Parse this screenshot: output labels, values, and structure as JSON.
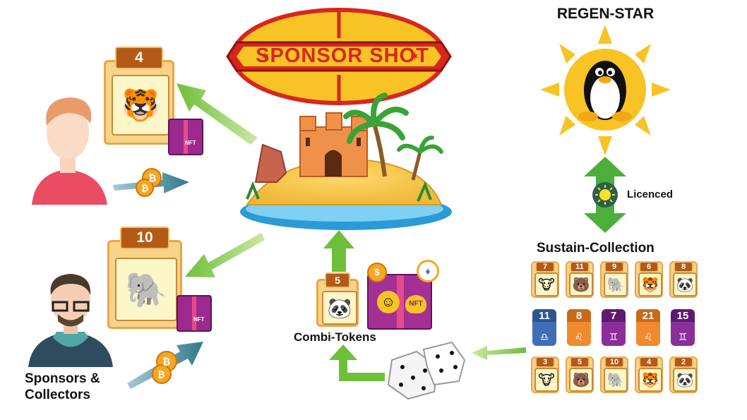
{
  "title": "SPONSOR SHOT",
  "regen_star_label": "REGEN-STAR",
  "licenced_label": "Licenced",
  "sustain_collection_label": "Sustain-Collection",
  "combi_tokens_label": "Combi-Tokens",
  "sponsors_label_line1": "Sponsors &",
  "sponsors_label_line2": "Collectors",
  "token_top": {
    "number": "4"
  },
  "token_mid": {
    "number": "10"
  },
  "token_combi": {
    "number": "5"
  },
  "nft_label": "NFT",
  "collection_row1": [
    "7",
    "11",
    "9",
    "6",
    "8"
  ],
  "collection_row2": [
    "11",
    "8",
    "7",
    "21",
    "15"
  ],
  "collection_row3": [
    "3",
    "5",
    "10",
    "4",
    "2"
  ],
  "colors": {
    "arrow_green": "#7dc242",
    "title_red": "#d7261e",
    "title_yellow": "#f7c325",
    "sun": "#f7c325"
  }
}
